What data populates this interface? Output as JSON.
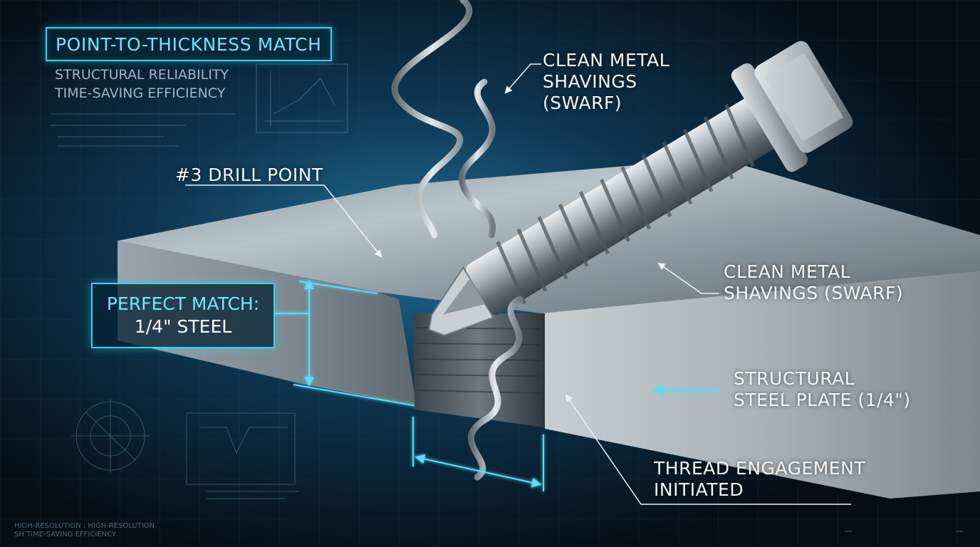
{
  "header": {
    "title": "POINT-TO-THICKNESS MATCH",
    "subtitle_line1": "STRUCTURAL RELIABILITY",
    "subtitle_line2": "TIME-SAVING EFFICIENCY"
  },
  "callouts": {
    "swarf_top_line1": "CLEAN METAL",
    "swarf_top_line2": "SHAVINGS",
    "swarf_top_line3": "(SWARF)",
    "drill_point": "#3 DRILL POINT",
    "swarf_right_line1": "CLEAN METAL",
    "swarf_right_line2": "SHAVINGS (SWARF)",
    "plate_line1": "STRUCTURAL",
    "plate_line2": "STEEL PLATE (1/4\")",
    "thread_line1": "THREAD ENGAGEMENT",
    "thread_line2": "INITIATED"
  },
  "match": {
    "line1": "PERFECT MATCH:",
    "line2": "1/4\" STEEL"
  },
  "footer": {
    "line1": "HIGH-RESOLUTION : HIGH-RESOLUTION",
    "line2": "SH TIME-SAVING EFFICIENCY"
  },
  "colors": {
    "accent": "#33d3f4",
    "background": "#07121c",
    "steel": "#9aa6ae"
  }
}
